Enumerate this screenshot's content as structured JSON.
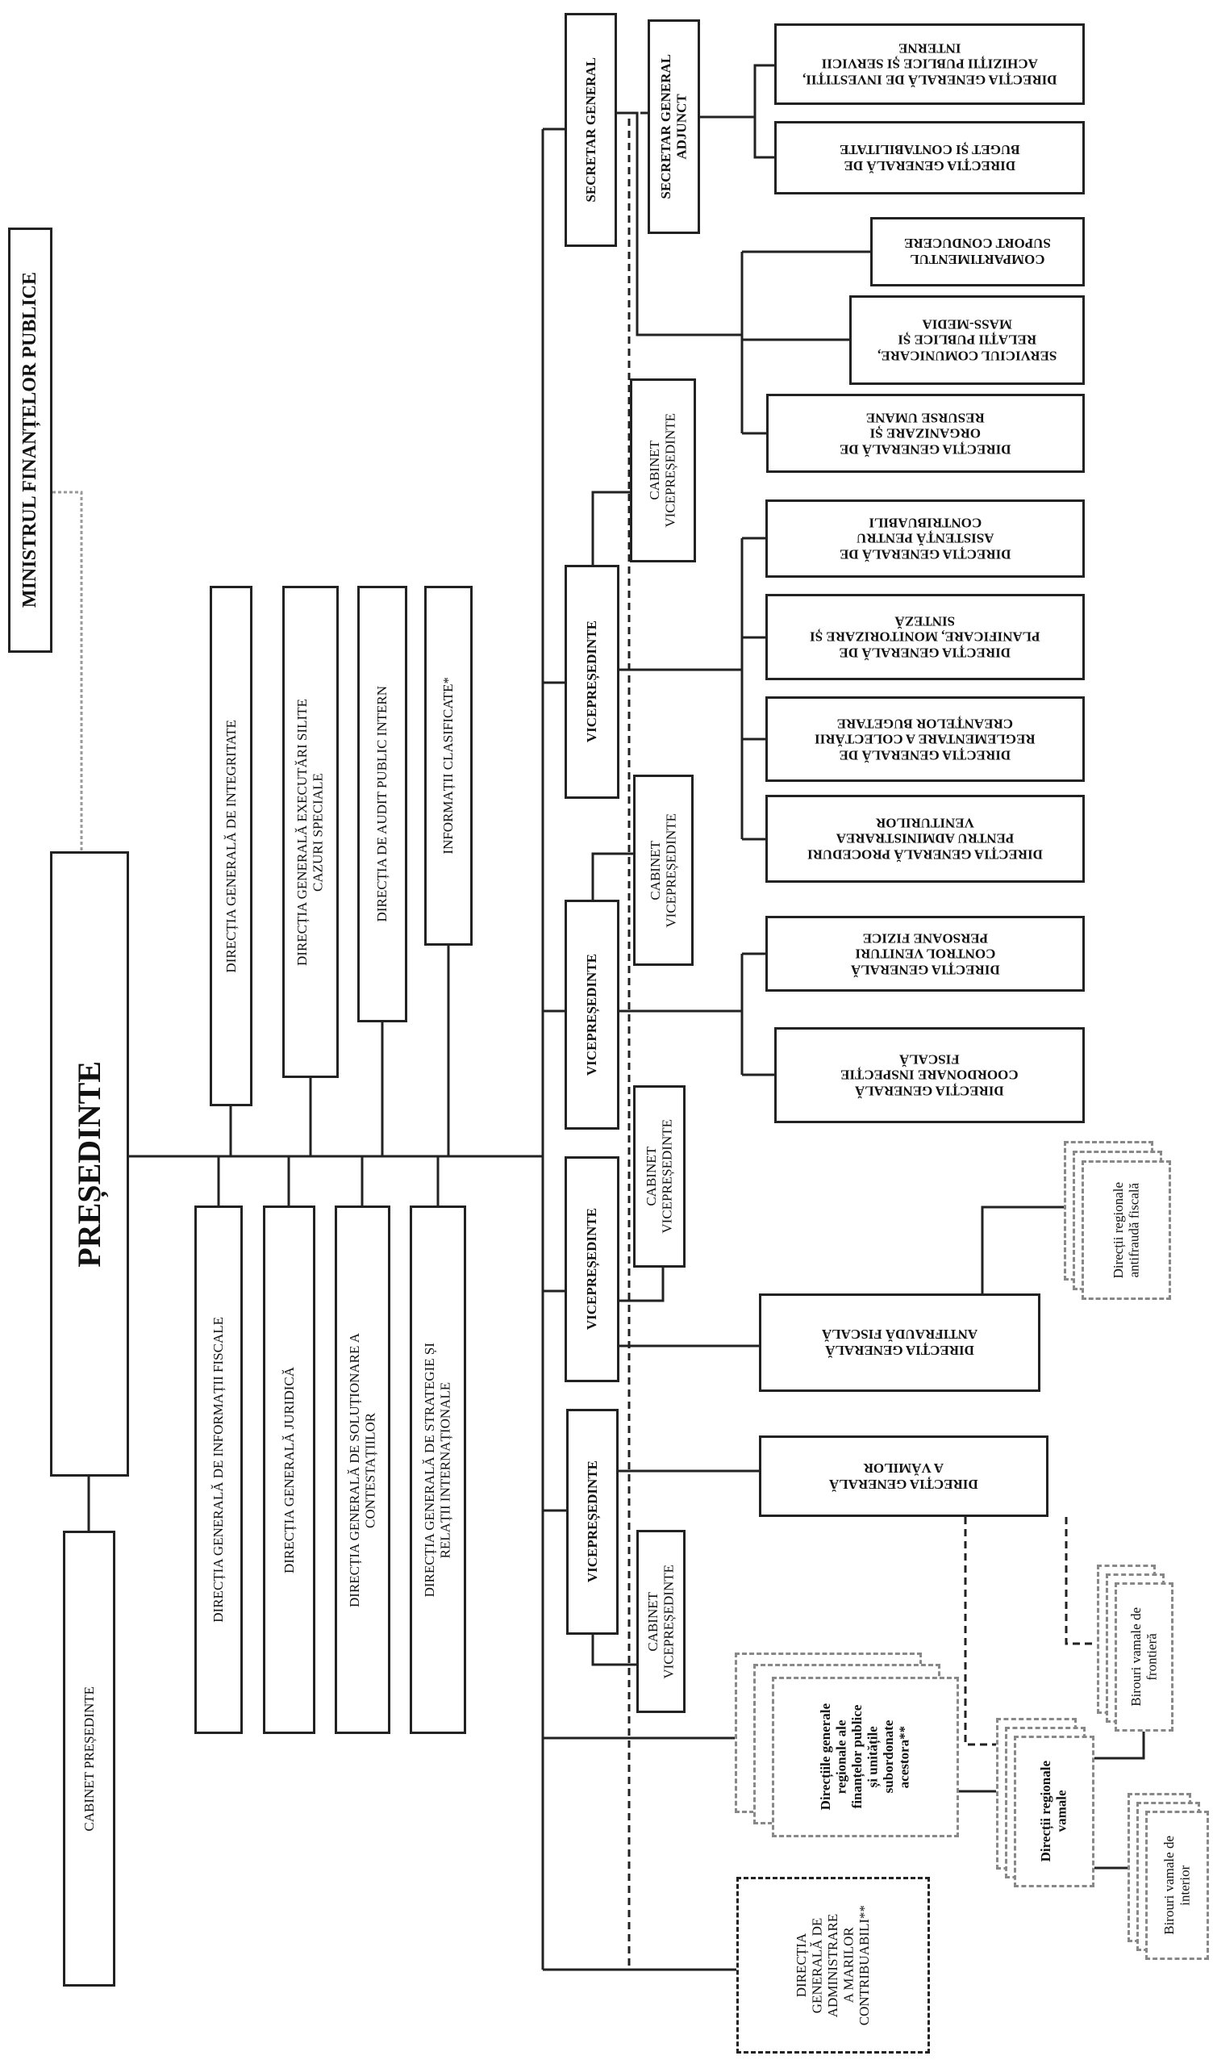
{
  "ministry": "MINISTRUL FINANȚELOR PUBLICE",
  "president": "PREȘEDINTE",
  "president_cabinet": "CABINET PREȘEDINTE",
  "upper_units": [
    "DIRECȚIA GENERALĂ DE INTEGRITATE",
    "DIRECȚIA GENERALĂ EXECUTĂRI SILITE\nCAZURI SPECIALE",
    "DIRECȚIA DE AUDIT PUBLIC INTERN",
    "INFORMAȚII CLASIFICATE*"
  ],
  "lower_units": [
    "DIRECȚIA GENERALĂ DE INFORMAȚII FISCALE",
    "DIRECȚIA GENERALĂ JURIDICĂ",
    "DIRECȚIA GENERALĂ DE SOLUȚIONARE A\nCONTESTAȚIILOR",
    "DIRECȚIA GENERALĂ DE STRATEGIE ȘI\nRELAȚII INTERNAȚIONALE"
  ],
  "secretary_general": "SECRETAR GENERAL",
  "deputy_secretary_general": "SECRETAR GENERAL\nADJUNCT",
  "vice_president": "VICEPREȘEDINTE",
  "vp_cabinet": "CABINET\nVICEPREȘEDINTE",
  "right_units": [
    "DIRECȚIA GENERALĂ DE INVESTIȚII,\nACHIZIȚII PUBLICE ȘI SERVICII\nINTERNE",
    "DIRECȚIA GENERALĂ DE\nBUGET ȘI CONTABILITATE",
    "COMPARTIMENTUL\nSUPORT CONDUCERE",
    "SERVICIUL COMUNICARE,\nRELAȚII PUBLICE ȘI\nMASS-MEDIA",
    "DIRECȚIA GENERALĂ DE\nORGANIZARE ȘI\nRESURSE UMANE",
    "DIRECȚIA GENERALĂ DE\nASISTENȚĂ PENTRU\nCONTRIBUABILI",
    "DIRECȚIA GENERALĂ DE\nPLANIFICARE, MONITORIZARE ȘI\nSINTEZĂ",
    "DIRECȚIA GENERALĂ DE\nREGLEMENTARE A COLECTĂRII\nCREANȚELOR BUGETARE",
    "DIRECȚIA GENERALĂ PROCEDURI\nPENTRU ADMINISTRAREA\nVENITURILOR",
    "DIRECȚIA GENERALĂ\nCONTROL VENITURI\nPERSOANE FIZICE",
    "DIRECȚIA GENERALĂ\nCOORDONARE INSPECȚIE\nFISCALĂ",
    "DIRECȚIA GENERALĂ\nANTIFRAUDĂ FISCALĂ",
    "DIRECȚIA GENERALĂ\nA VĂMILOR"
  ],
  "regional": {
    "antifraud": "Direcții regionale\nantifraudă fiscală",
    "public_finance": "Direcțiile generale\nregionale ale\nfinanțelor publice\nși unitățile\nsubordonate\nacestora**",
    "customs": "Direcții regionale\nvamale",
    "border_offices": "Birouri vamale de\nfrontieră",
    "inland_offices": "Birouri vamale de\ninterior"
  },
  "large_taxpayers": "DIRECȚIA\nGENERALĂ DE\nADMINISTRARE\nA MARILOR\nCONTRIBUABILI**"
}
